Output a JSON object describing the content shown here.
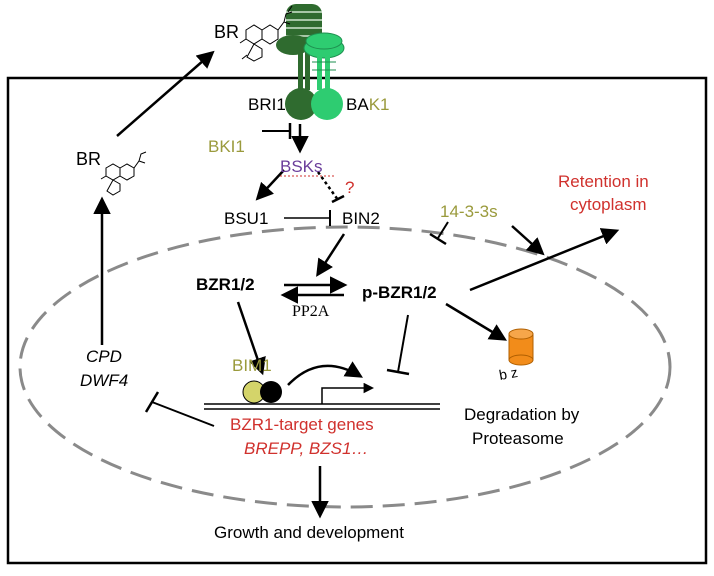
{
  "labels": {
    "br_outside": "BR",
    "br_inside": "BR",
    "bri1": "BRI1",
    "bak1_prefix": "BA",
    "bak1_suffix": "K1",
    "bki1": "BKI1",
    "bsks": "BSKs",
    "question": "?",
    "bsu1": "BSU1",
    "bin2": "BIN2",
    "bzr12": "BZR1/2",
    "pp2a": "PP2A",
    "p_bzr12": "p-BZR1/2",
    "protein_1433": "14-3-3s",
    "retention_line1": "Retention in",
    "retention_line2": "cytoplasm",
    "bim1": "BIM1",
    "cpd": "CPD",
    "dwf4": "DWF4",
    "target_genes": "BZR1-target genes",
    "target_examples": "BREPP, BZS1…",
    "degradation_line1": "Degradation by",
    "degradation_line2": "Proteasome",
    "degradation_tag": "b z",
    "growth": "Growth and development"
  },
  "colors": {
    "olive": "#9a9a3c",
    "purple": "#6a3d9a",
    "red": "#d0312d",
    "dark_green": "#2f6b2f",
    "light_green": "#2ecc71",
    "proteasome": "#f28c1a",
    "bim1_circle": "#d4d46a"
  }
}
